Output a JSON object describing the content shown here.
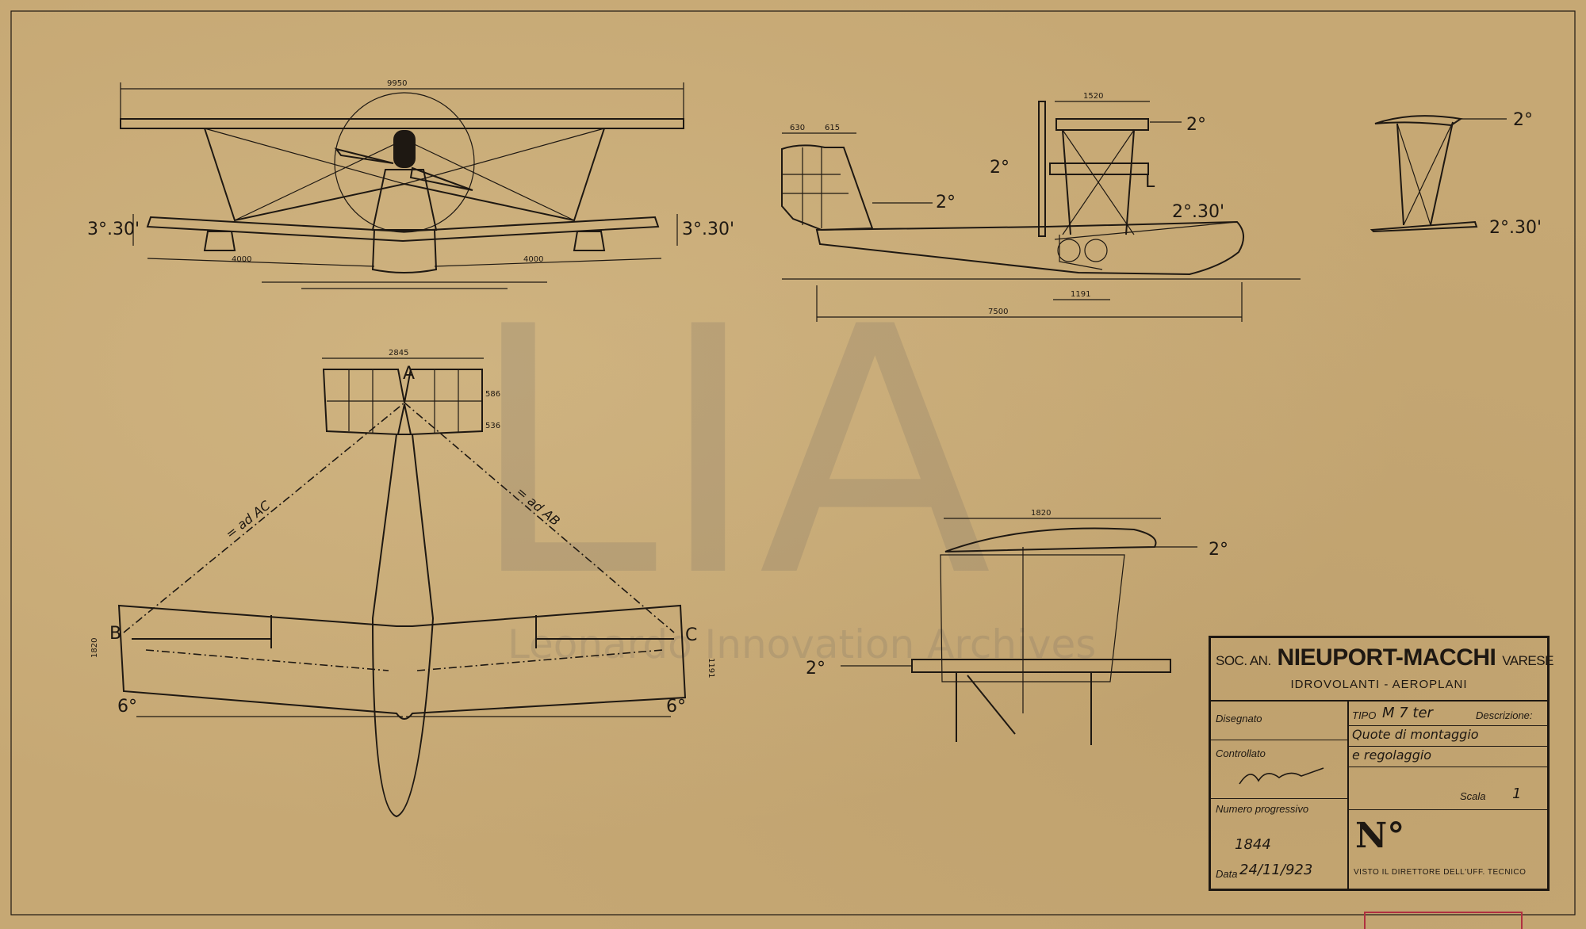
{
  "watermark": {
    "logo": "LIA",
    "tagline": "Leonardo Innovation Archives"
  },
  "front_view": {
    "span_dim": "9950",
    "float_left_dim": "4000",
    "float_right_dim": "4000",
    "dihedral_left": "3°.30'",
    "dihedral_right": "3°.30'"
  },
  "side_view": {
    "chord_dim": "1520",
    "tail_dim_a": "630",
    "tail_dim_b": "615",
    "length_dim": "7500",
    "step_dim": "1191",
    "angle_wing_top": "2°",
    "angle_left": "2°",
    "angle_tail": "2°",
    "angle_hull": "2°.30'",
    "station_label": "L"
  },
  "strut_view": {
    "angle_top": "2°",
    "angle_bottom": "2°.30'"
  },
  "plan_view": {
    "tail_span_dim": "2845",
    "tail_dim_a": "586",
    "tail_dim_b": "536",
    "point_a": "A",
    "point_b": "B",
    "point_c": "C",
    "diag_ac": "= ad AC",
    "diag_ab": "= ad AB",
    "chord_left_dim": "1820",
    "chord_right_dim": "1191",
    "angle_left": "6°",
    "angle_right": "6°"
  },
  "section_view": {
    "chord_dim": "1820",
    "angle_right": "2°",
    "angle_left": "2°"
  },
  "title_block": {
    "company_prefix": "SOC. AN.",
    "company_name": "NIEUPORT-MACCHI",
    "company_city": "VARESE",
    "subtitle": "IDROVOLANTI - AEROPLANI",
    "label_designed": "Disegnato",
    "label_checked": "Controllato",
    "label_number": "Numero progressivo",
    "number_value": "1844",
    "label_date": "Data",
    "date_value": "24/11/923",
    "label_type": "TIPO",
    "type_value": "M 7 ter",
    "label_description": "Descrizione:",
    "description_line1": "Quote di montaggio",
    "description_line2": "e regolaggio",
    "label_scale": "Scala",
    "scale_value": "1",
    "num_mark": "N°",
    "footer": "VISTO IL DIRETTORE DELL'UFF. TECNICO"
  }
}
